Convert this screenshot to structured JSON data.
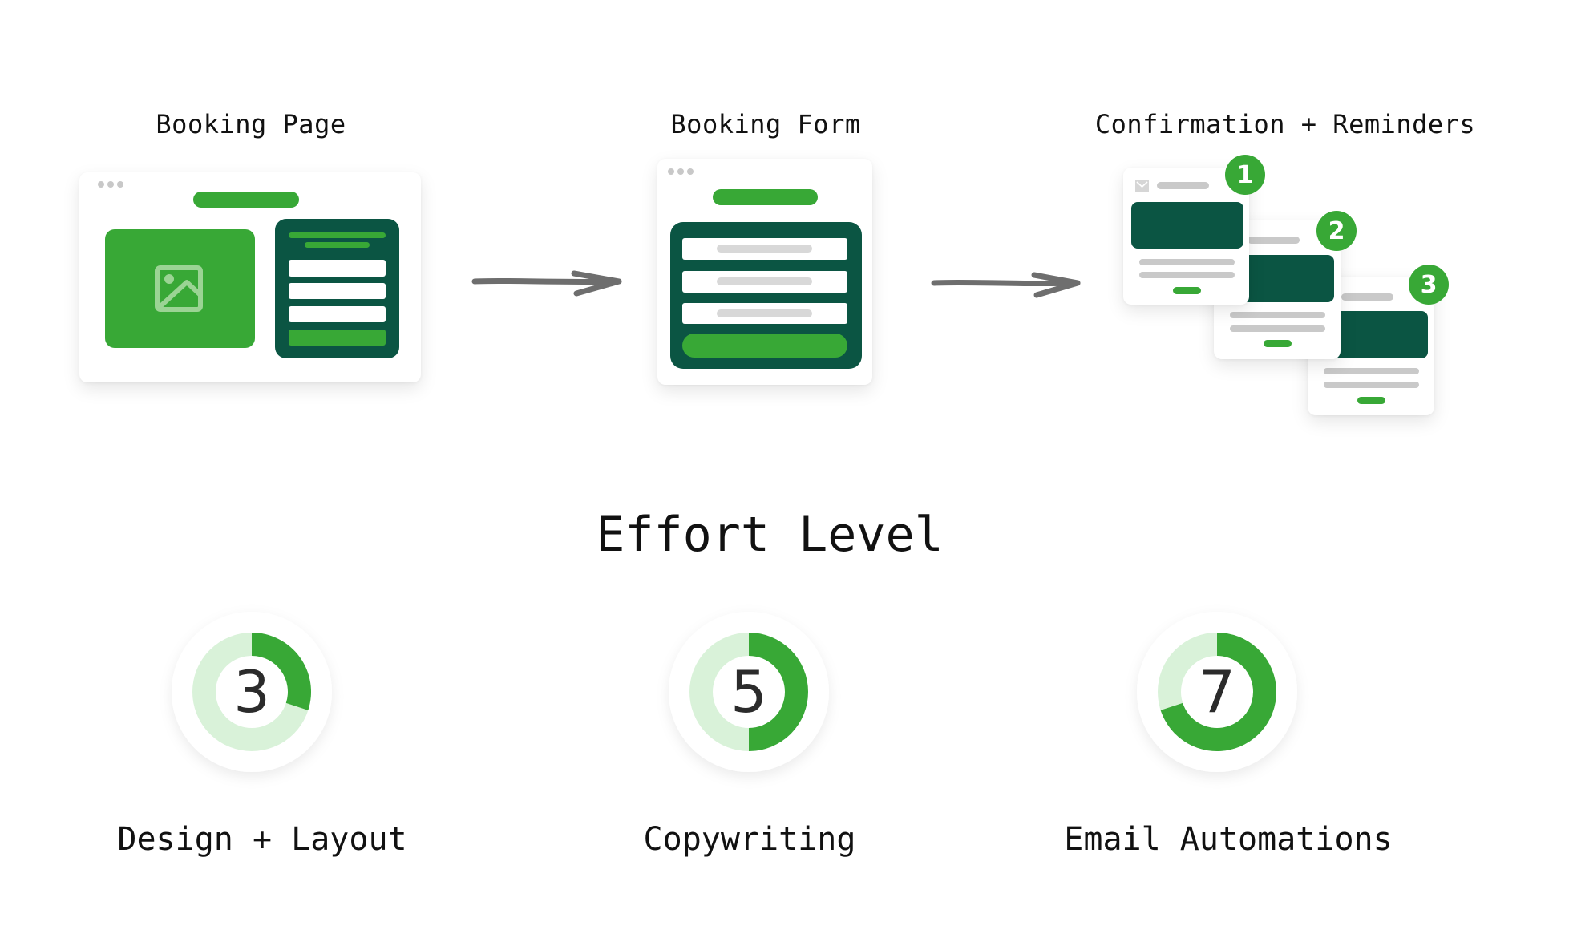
{
  "flow": {
    "steps": [
      {
        "title": "Booking Page"
      },
      {
        "title": "Booking Form"
      },
      {
        "title": "Confirmation + Reminders"
      }
    ],
    "reminder_badges": [
      "1",
      "2",
      "3"
    ],
    "icons": {
      "image_placeholder": "image-icon",
      "envelope": "envelope-icon",
      "arrow": "arrow-right-icon"
    }
  },
  "effort": {
    "title": "Effort Level",
    "scale_max": 10,
    "items": [
      {
        "label": "Design + Layout",
        "value": 3
      },
      {
        "label": "Copywriting",
        "value": 5
      },
      {
        "label": "Email Automations",
        "value": 7
      }
    ]
  },
  "colors": {
    "primary_green": "#38a836",
    "dark_green": "#0b5543",
    "light_green": "#d9f2d9",
    "arrow_grey": "#6e6e6e",
    "placeholder_grey": "#c9c9c9"
  }
}
